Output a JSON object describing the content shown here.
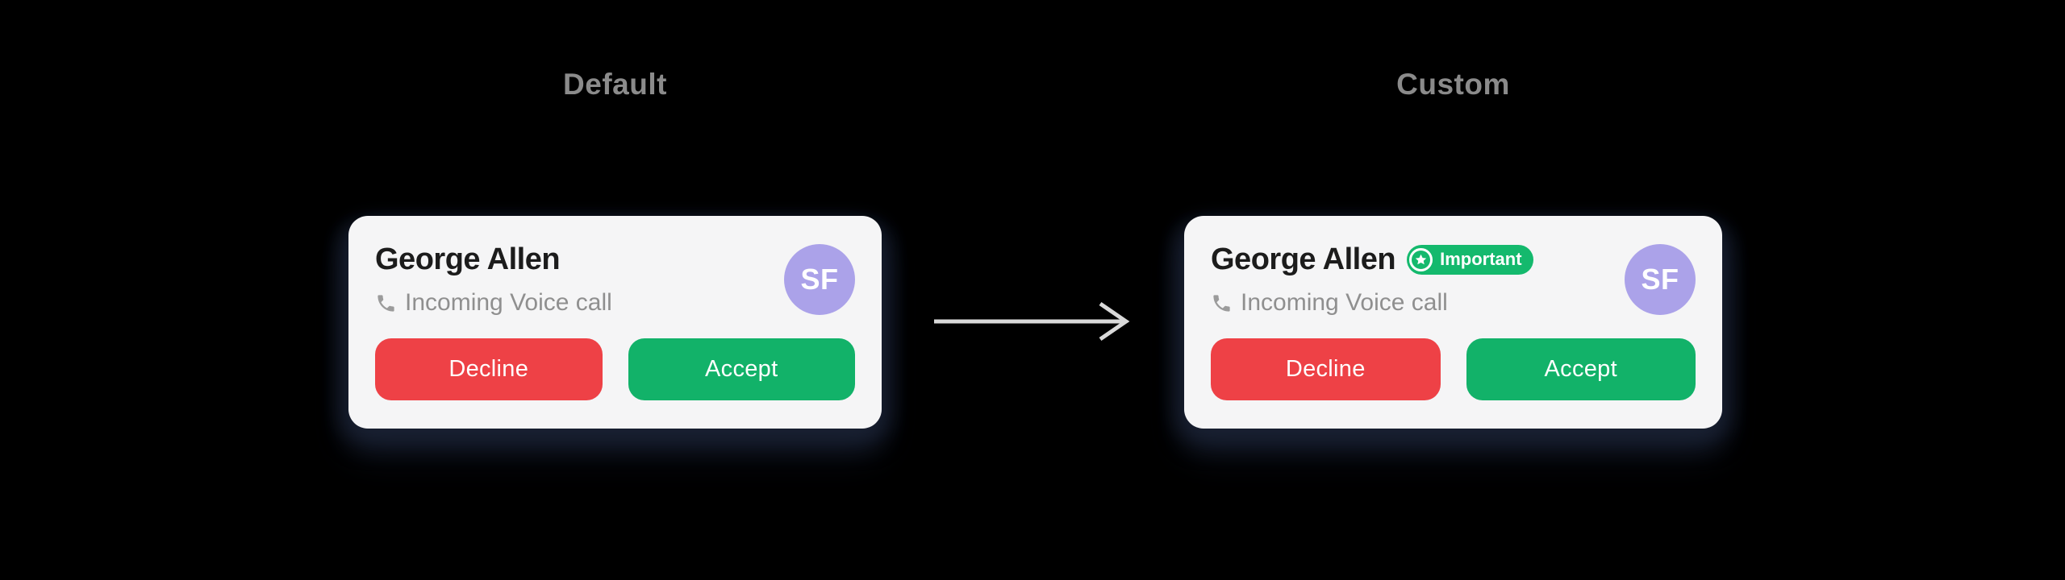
{
  "panels": {
    "default": {
      "title": "Default",
      "card": {
        "caller_name": "George Allen",
        "call_type": "Incoming Voice call",
        "avatar_initials": "SF",
        "decline_label": "Decline",
        "accept_label": "Accept"
      }
    },
    "custom": {
      "title": "Custom",
      "card": {
        "caller_name": "George Allen",
        "badge_label": "Important",
        "badge_icon": "star-icon",
        "call_type": "Incoming Voice call",
        "avatar_initials": "SF",
        "decline_label": "Decline",
        "accept_label": "Accept"
      }
    }
  },
  "icons": {
    "phone": "phone-icon",
    "arrow": "right-arrow-icon",
    "star": "star-icon"
  },
  "colors": {
    "background": "#000000",
    "card_background": "#f5f5f6",
    "title_gray": "#8b8b8b",
    "caller_name_black": "#1c1c1c",
    "subtitle_gray": "#8f8f8f",
    "icon_gray": "#9b9b9b",
    "decline_red": "#ee4146",
    "accept_green": "#12b269",
    "badge_green": "#14b96d",
    "avatar_purple": "#aba2e9",
    "arrow_gray": "#d9d9d9"
  }
}
